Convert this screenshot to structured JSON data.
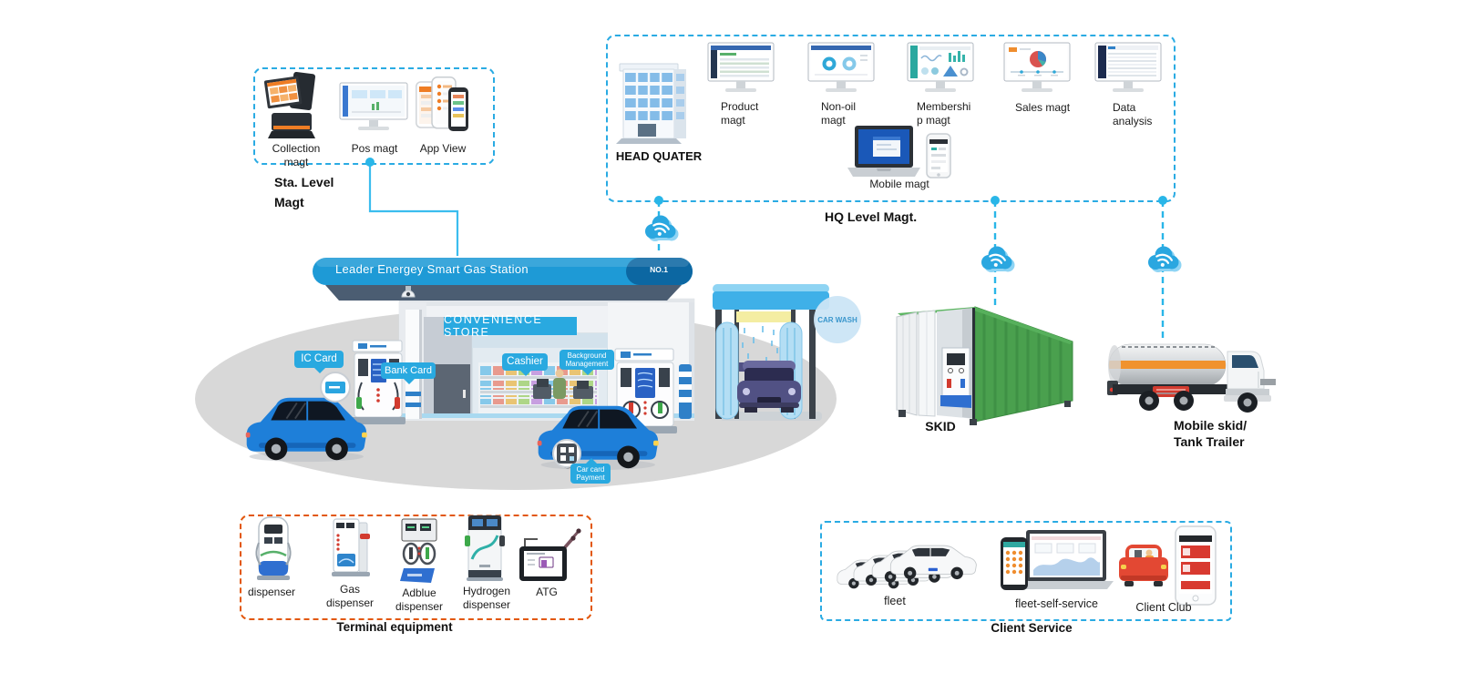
{
  "sta_level": {
    "title": "Sta. Level\nMagt",
    "items": [
      {
        "label": "Collection\nmagt"
      },
      {
        "label": "Pos magt"
      },
      {
        "label": "App View"
      }
    ]
  },
  "hq_level": {
    "title": "HQ Level Magt.",
    "building_label": "HEAD QUATER",
    "monitors": [
      {
        "label": "Product\nmagt"
      },
      {
        "label": "Non-oil\nmagt"
      },
      {
        "label": "Membershi\np magt"
      },
      {
        "label": "Sales magt"
      },
      {
        "label": "Data\nanalysis"
      }
    ],
    "mobile_label": "Mobile magt"
  },
  "station": {
    "canopy_title": "Leader Energey Smart Gas Station",
    "canopy_badge": "NO.1",
    "store_banner": "CONVENIENCE STORE",
    "callouts": {
      "ic_card": "IC Card",
      "bank_card": "Bank Card",
      "cashier": "Cashier",
      "background_management": "Background\nManagement",
      "car_card_payment": "Car card\nPayment",
      "car_wash": "CAR WASH"
    }
  },
  "skid": {
    "label": "SKID"
  },
  "mobile_skid": {
    "label": "Mobile skid/\nTank Trailer"
  },
  "terminal_equipment": {
    "title": "Terminal equipment",
    "items": [
      {
        "label": "dispenser"
      },
      {
        "label": "Gas\ndispenser"
      },
      {
        "label": "Adblue\ndispenser"
      },
      {
        "label": "Hydrogen\ndispenser"
      },
      {
        "label": "ATG"
      }
    ]
  },
  "client_service": {
    "title": "Client Service",
    "items": [
      {
        "label": "fleet"
      },
      {
        "label": "fleet-self-service"
      },
      {
        "label": "Client Club"
      }
    ]
  },
  "colors": {
    "accent_blue": "#29abe2",
    "canopy_blue": "#1e9ad6",
    "terminal_border_orange": "#e2570b"
  }
}
